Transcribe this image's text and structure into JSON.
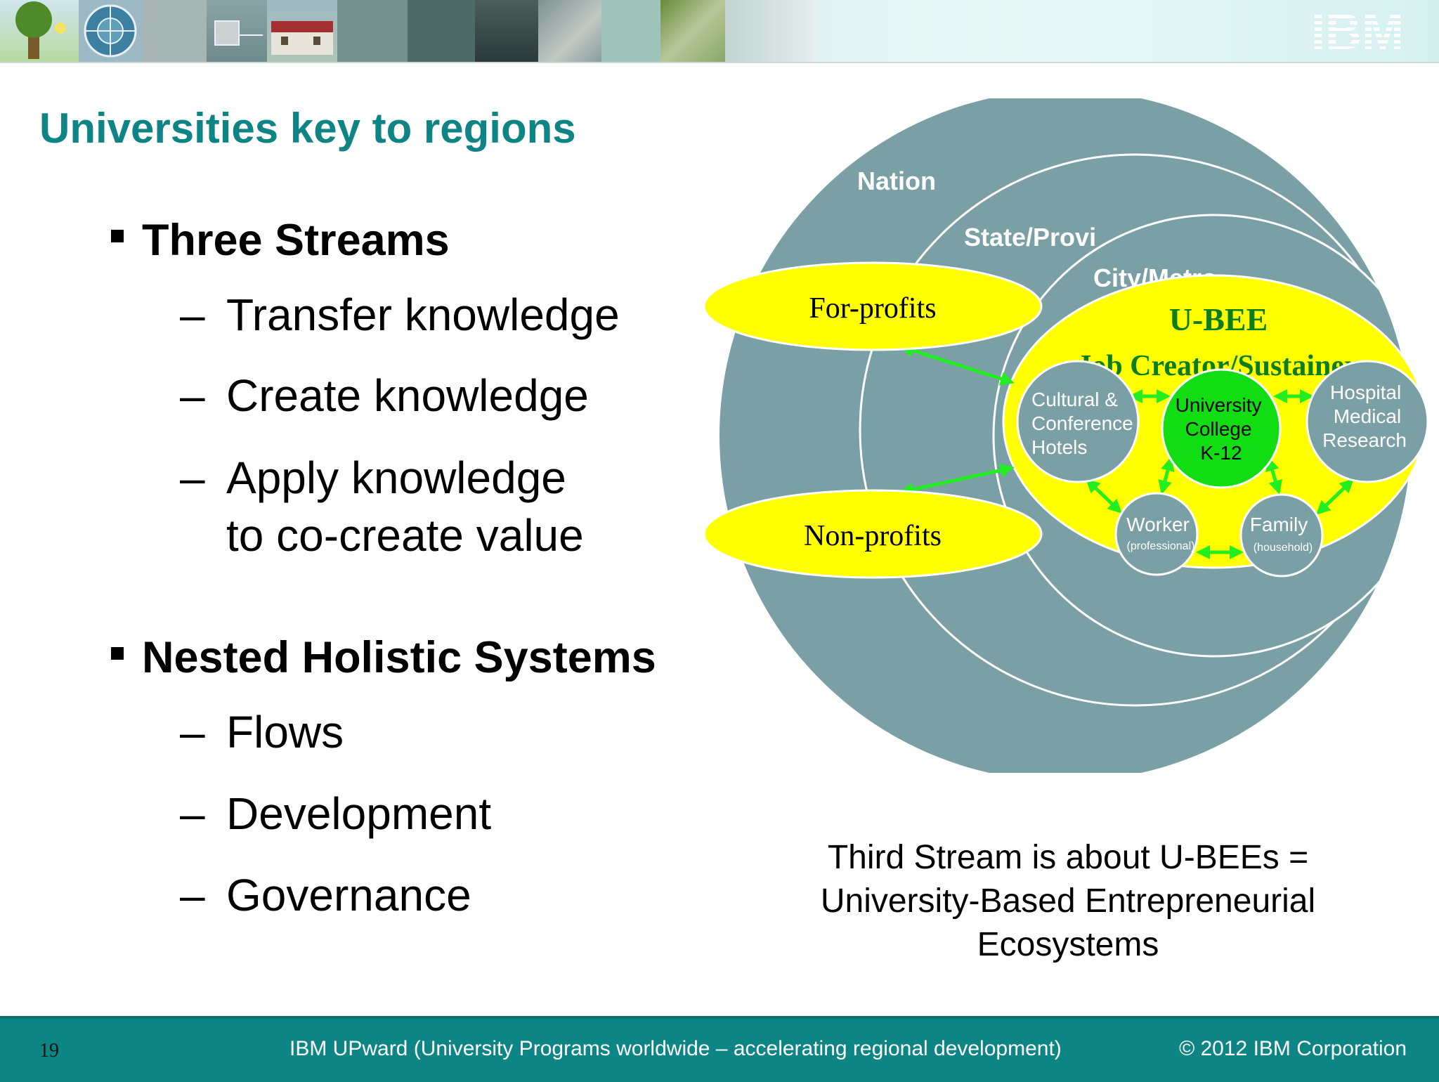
{
  "banner": {
    "logo_text": "IBM",
    "thumbnails": [
      "tree-drawing",
      "globe-diagram",
      "grey-photo",
      "building-photo",
      "house-photo",
      "teal-panel",
      "dark-panel",
      "city-photo",
      "map-photo",
      "green-panel",
      "circuit-photo"
    ]
  },
  "slide": {
    "title": "Universities key to regions",
    "section1": {
      "heading": "Three Streams",
      "items": [
        "Transfer knowledge",
        "Create knowledge",
        "Apply knowledge",
        "to co-create value"
      ]
    },
    "section2": {
      "heading": "Nested Holistic Systems",
      "items": [
        "Flows",
        "Development",
        "Governance"
      ]
    },
    "dash": "–"
  },
  "diagram": {
    "ring_labels": {
      "nation": "Nation",
      "state": "State/Provi",
      "city": "City/Metro"
    },
    "ubee_title": "U-BEE",
    "ubee_subtitle": "Job Creator/Sustainer",
    "for_profits": "For-profits",
    "non_profits": "Non-profits",
    "nodes": {
      "cultural": [
        "Cultural &",
        "Conference",
        "Hotels"
      ],
      "university": [
        "University",
        "College",
        "K-12"
      ],
      "hospital": [
        "Hospital",
        "Medical",
        "Research"
      ],
      "worker": {
        "label": "Worker",
        "sub": "(professional)"
      },
      "family": {
        "label": "Family",
        "sub": "(household)"
      }
    },
    "colors": {
      "outer": "#7aa0a6",
      "yellow": "#ffff00",
      "green_center": "#12dc12",
      "arrow": "#22ee22",
      "green_text": "#0b7d1d"
    }
  },
  "caption": {
    "line1": "Third Stream is about U-BEEs =",
    "line2": "University-Based Entrepreneurial",
    "line3": "Ecosystems"
  },
  "footer": {
    "page_number": "19",
    "center_text": "IBM UPward (University Programs worldwide – accelerating regional development)",
    "copyright": "© 2012 IBM Corporation"
  }
}
